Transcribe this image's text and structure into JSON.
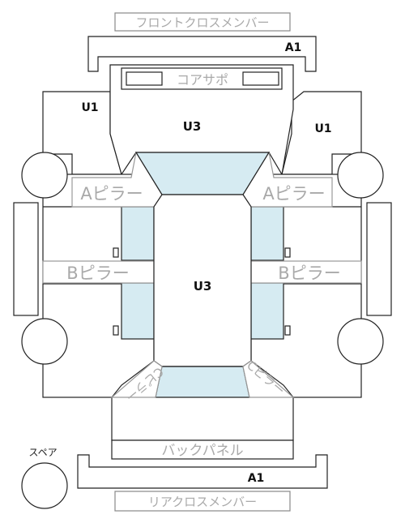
{
  "labels": {
    "front_cross_member": "フロントクロスメンバー",
    "front_a1": "A1",
    "core_support": "コアサポ",
    "left_u1": "U1",
    "right_u1": "U1",
    "hood_u3": "U3",
    "cabin_u3": "U3",
    "left_a_pillar": "Aピラー",
    "right_a_pillar": "Aピラー",
    "left_b_pillar": "Bピラー",
    "right_b_pillar": "Bピラー",
    "left_c_pillar": "Cピラー",
    "right_c_pillar": "Cピラー",
    "back_panel": "バックパネル",
    "rear_a1": "A1",
    "rear_cross_member": "リアクロスメンバー",
    "spare": "スペア"
  },
  "colors": {
    "glass": "#d6ebf2",
    "outline": "#222222",
    "faded_text": "#a9a9a9"
  }
}
